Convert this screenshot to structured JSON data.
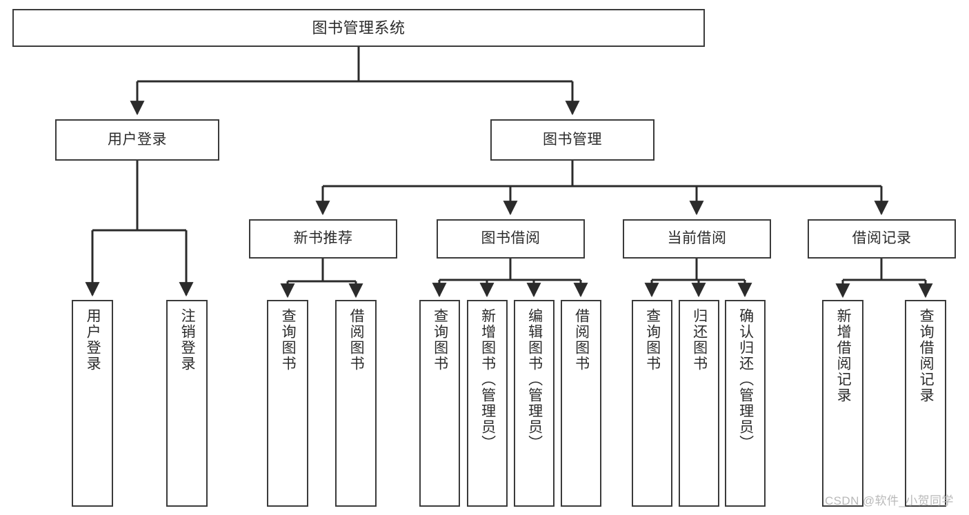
{
  "diagram": {
    "title": "图书管理系统",
    "type": "tree",
    "colors": {
      "box_border": "#3a3a3a",
      "box_fill": "#ffffff",
      "edge": "#2b2b2b",
      "text": "#2b2b2b",
      "watermark": "#b9b9b9",
      "background": "#ffffff"
    },
    "nodes": {
      "root": {
        "label": "图书管理系统"
      },
      "level2": [
        {
          "id": "user-login",
          "label": "用户登录"
        },
        {
          "id": "book-manage",
          "label": "图书管理"
        }
      ],
      "level3": [
        {
          "id": "new-book-rec",
          "label": "新书推荐"
        },
        {
          "id": "book-borrow",
          "label": "图书借阅"
        },
        {
          "id": "current-borrow",
          "label": "当前借阅"
        },
        {
          "id": "borrow-record",
          "label": "借阅记录"
        }
      ],
      "leaves": {
        "user_login": [
          {
            "id": "leaf-user-login",
            "label": "用户登录"
          },
          {
            "id": "leaf-logout-login",
            "label": "注销登录"
          }
        ],
        "new_book_rec": [
          {
            "id": "leaf-query-book-1",
            "label": "查询图书"
          },
          {
            "id": "leaf-borrow-book-1",
            "label": "借阅图书"
          }
        ],
        "book_borrow": [
          {
            "id": "leaf-query-book-2",
            "label": "查询图书"
          },
          {
            "id": "leaf-add-book",
            "label": "新增图书（管理员）"
          },
          {
            "id": "leaf-edit-book",
            "label": "编辑图书（管理员）"
          },
          {
            "id": "leaf-borrow-book-2",
            "label": "借阅图书"
          }
        ],
        "current_borrow": [
          {
            "id": "leaf-query-book-3",
            "label": "查询图书"
          },
          {
            "id": "leaf-return-book",
            "label": "归还图书"
          },
          {
            "id": "leaf-confirm-return",
            "label": "确认归还（管理员）"
          }
        ],
        "borrow_record": [
          {
            "id": "leaf-add-record",
            "label": "新增借阅记录"
          },
          {
            "id": "leaf-query-record",
            "label": "查询借阅记录"
          }
        ]
      }
    },
    "watermark": "CSDN @软件_小贺同学"
  }
}
